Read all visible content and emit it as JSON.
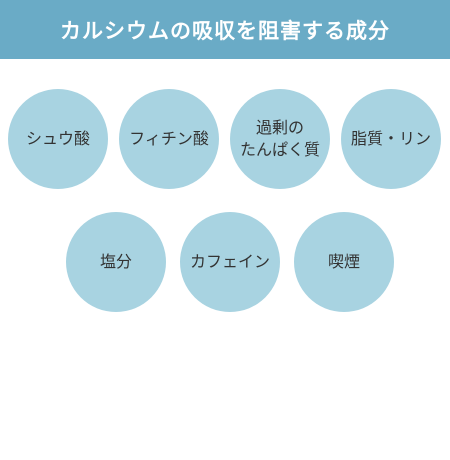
{
  "header": {
    "title": "カルシウムの吸収を阻害する成分"
  },
  "colors": {
    "header_bg": "#6aabc6",
    "circle_bg": "#a8d3e1",
    "text": "#333333",
    "header_text": "#ffffff"
  },
  "items": [
    {
      "label": "シュウ酸"
    },
    {
      "label": "フィチン酸"
    },
    {
      "label_line1": "過剰の",
      "label_line2": "たんぱく質"
    },
    {
      "label": "脂質・リン"
    },
    {
      "label": "塩分"
    },
    {
      "label": "カフェイン"
    },
    {
      "label": "喫煙"
    }
  ]
}
